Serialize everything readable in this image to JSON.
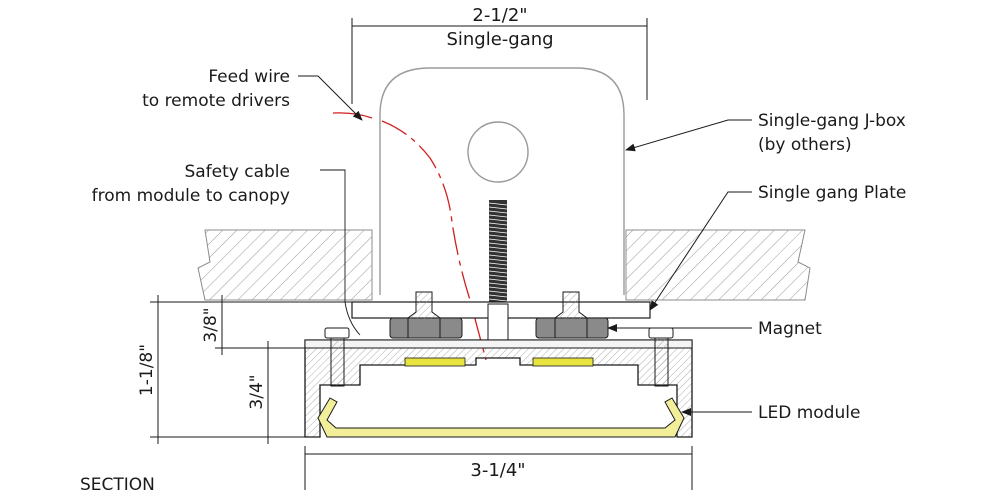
{
  "dimensions": {
    "top_width": "2-1/2\"",
    "top_sub": "Single-gang",
    "bottom_width": "3-1/4\"",
    "left_total": "1-1/8\"",
    "left_upper": "3/8\"",
    "left_lower": "3/4\""
  },
  "callouts": {
    "feed_wire_line1": "Feed wire",
    "feed_wire_line2": "to remote drivers",
    "safety_cable_line1": "Safety cable",
    "safety_cable_line2": "from module to canopy",
    "jbox_line1": "Single-gang J-box",
    "jbox_line2": "(by others)",
    "plate": "Single gang Plate",
    "magnet": "Magnet",
    "led_module": "LED module"
  },
  "view_label": "SECTION",
  "colors": {
    "line": "#1a1a1a",
    "jbox_stroke": "#9a9a9a",
    "hatch": "#8c8c8c",
    "feed_wire": "#d21f1f",
    "led_fill": "#f3ee9a",
    "led_chip": "#e9e33f",
    "magnet": "#8a8a8a",
    "profile": "#f4f4f4"
  },
  "icons": [
    "screw-icon",
    "magnet-icon",
    "knockout-icon"
  ]
}
